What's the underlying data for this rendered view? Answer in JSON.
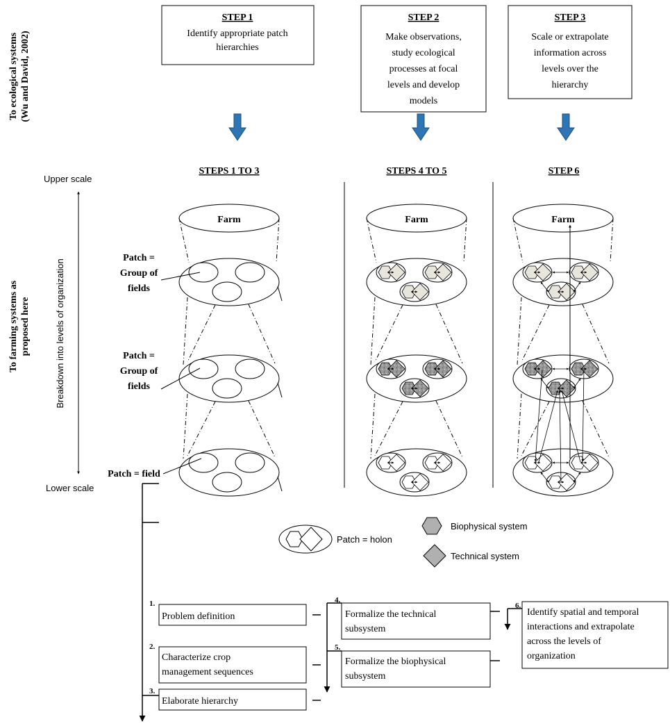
{
  "side_labels": {
    "ecological_line1": "To ecological systems",
    "ecological_line2": "(Wu and David, 2002)",
    "farming_line1": "To farming systems as",
    "farming_line2": "proposed here",
    "breakdown": "Breakdown into levels of organization",
    "upper_scale": "Upper scale",
    "lower_scale": "Lower scale"
  },
  "top_steps": [
    {
      "title": "STEP 1",
      "lines": [
        "Identify appropriate patch",
        "hierarchies"
      ]
    },
    {
      "title": "STEP 2",
      "lines": [
        "Make observations,",
        "study  ecological",
        "processes at focal",
        "levels and develop",
        "models"
      ]
    },
    {
      "title": "STEP 3",
      "lines": [
        "Scale or extrapolate",
        "information across",
        "levels over the",
        "hierarchy"
      ]
    }
  ],
  "columns": [
    {
      "header": "STEPS 1 TO 3"
    },
    {
      "header": "STEPS 4 TO 5"
    },
    {
      "header": "STEP 6"
    }
  ],
  "farm_label": "Farm",
  "patch_labels": [
    [
      "Patch =",
      "Group of",
      "fields"
    ],
    [
      "Patch =",
      "Group of",
      "fields"
    ],
    [
      "Patch = field"
    ]
  ],
  "legend": {
    "holon": "Patch = holon",
    "biophysical": "Biophysical system",
    "technical": "Technical system"
  },
  "colors": {
    "arrow_blue": "#2e75b6",
    "arrow_blue_dark": "#1f4e79",
    "holon_light": "#e8e6dc",
    "holon_dark": "#8a8a8a",
    "legend_gray": "#b0b0b0"
  },
  "process_steps": [
    {
      "num": "1.",
      "lines": [
        "Problem definition"
      ]
    },
    {
      "num": "2.",
      "lines": [
        "Characterize crop",
        "management sequences"
      ]
    },
    {
      "num": "3.",
      "lines": [
        "Elaborate hierarchy"
      ]
    },
    {
      "num": "4.",
      "lines": [
        "Formalize the technical",
        "subsystem"
      ]
    },
    {
      "num": "5.",
      "lines": [
        "Formalize the biophysical",
        "subsystem"
      ]
    },
    {
      "num": "6.",
      "lines": [
        "Identify spatial and temporal",
        "interactions and extrapolate",
        "across the levels of",
        "organization"
      ]
    }
  ]
}
